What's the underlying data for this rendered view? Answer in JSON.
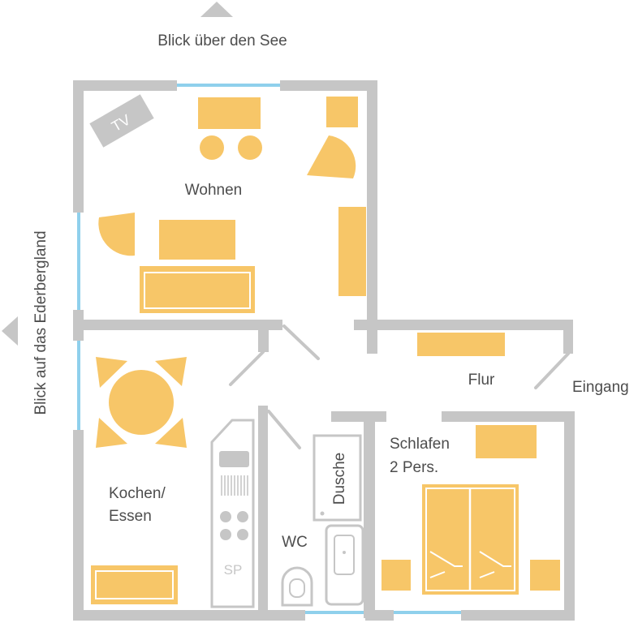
{
  "compass": {
    "north_label": "Blick über den See",
    "west_label": "Blick auf das Ederbergland"
  },
  "rooms": {
    "wohnen": "Wohnen",
    "kochen_line1": "Kochen/",
    "kochen_line2": "Essen",
    "flur": "Flur",
    "schlafen_line1": "Schlafen",
    "schlafen_line2": "2 Pers.",
    "dusche": "Dusche",
    "wc": "WC",
    "eingang": "Eingang"
  },
  "fixtures": {
    "tv": "TV",
    "sp": "SP"
  },
  "colors": {
    "wall": "#c6c6c6",
    "window": "#8fd0ec",
    "furniture": "#f7c668",
    "text": "#4d4d4d"
  }
}
